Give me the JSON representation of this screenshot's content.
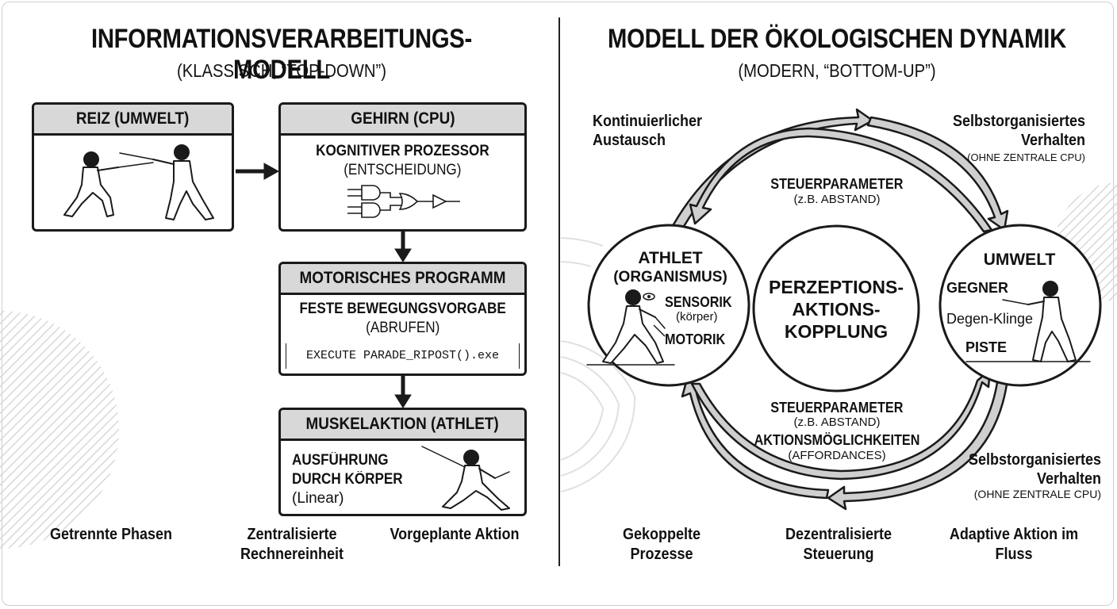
{
  "left": {
    "title": "INFORMATIONSVERARBEITUNGS-MODELL",
    "subtitle": "(KLASSISCH, “TOP-DOWN”)",
    "stimulus": {
      "header": "REIZ (UMWELT)"
    },
    "brain": {
      "header": "GEHIRN (CPU)",
      "line1": "KOGNITIVER PROZESSOR",
      "line2": "(ENTSCHEIDUNG)"
    },
    "motor": {
      "header": "MOTORISCHES PROGRAMM",
      "line1": "FESTE BEWEGUNGSVORGABE",
      "line2": "(ABRUFEN)",
      "code": "EXECUTE PARADE_RIPOST().exe"
    },
    "muscle": {
      "header": "MUSKELAKTION (ATHLET)",
      "line1": "AUSFÜHRUNG",
      "line2": "DURCH KÖRPER",
      "line3": "(Linear)"
    },
    "footer": [
      "Getrennte Phasen",
      "Zentralisierte Rechnereinheit",
      "Vorgeplante Aktion"
    ]
  },
  "right": {
    "title": "MODELL DER ÖKOLOGISCHEN DYNAMIK",
    "subtitle": "(MODERN, “BOTTOM-UP”)",
    "top_left_label": "Kontinuierlicher Austausch",
    "top_right_label": "Selbstorganisiertes Verhalten",
    "top_right_sub": "(OHNE ZENTRALE CPU)",
    "bottom_right_label": "Selbstorganisiertes Verhalten",
    "bottom_right_sub": "(OHNE ZENTRALE CPU)",
    "top_arrow": {
      "title": "STEUERPARAMETER",
      "sub": "(z.B. ABSTAND)"
    },
    "bottom_arrow": {
      "title": "STEUERPARAMETER",
      "sub": "(z.B. ABSTAND)",
      "title2": "AKTIONSMÖGLICHKEITEN",
      "sub2": "(AFFORDANCES)"
    },
    "athlete": {
      "title": "ATHLET",
      "sub": "(ORGANISMUS)",
      "sensor": "SENSORIK",
      "body": "(körper)",
      "motor": "MOTORIK"
    },
    "center": {
      "line1": "PERZEPTIONS-",
      "line2": "AKTIONS-",
      "line3": "KOPPLUNG"
    },
    "environment": {
      "title": "UMWELT",
      "opponent": "GEGNER",
      "blade": "Degen-Klinge",
      "piste": "PISTE"
    },
    "footer": [
      "Gekoppelte Prozesse",
      "Dezentralisierte Steuerung",
      "Adaptive Aktion im Fluss"
    ]
  },
  "colors": {
    "ink": "#1a1a1a",
    "header_fill": "#d8d8d8",
    "arrow_fill": "#cccccc",
    "background": "#ffffff"
  },
  "icons": [
    "fencer-figure",
    "logic-gate-icon",
    "eye-icon"
  ]
}
